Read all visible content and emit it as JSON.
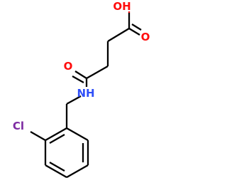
{
  "molecule": {
    "atoms": [
      {
        "id": "OH",
        "text": "OH",
        "element": "O"
      },
      {
        "id": "O1",
        "text": "O",
        "element": "O"
      },
      {
        "id": "O2",
        "text": "O",
        "element": "O"
      },
      {
        "id": "N",
        "text": "NH",
        "element": "N"
      },
      {
        "id": "Cl",
        "text": "Cl",
        "element": "Cl"
      }
    ]
  },
  "colors": {
    "carbon": "#000000",
    "oxygen": "#ff0d0d",
    "nitrogen": "#3050f8",
    "chlorine": "#7d2ba2",
    "background": "#ffffff"
  }
}
